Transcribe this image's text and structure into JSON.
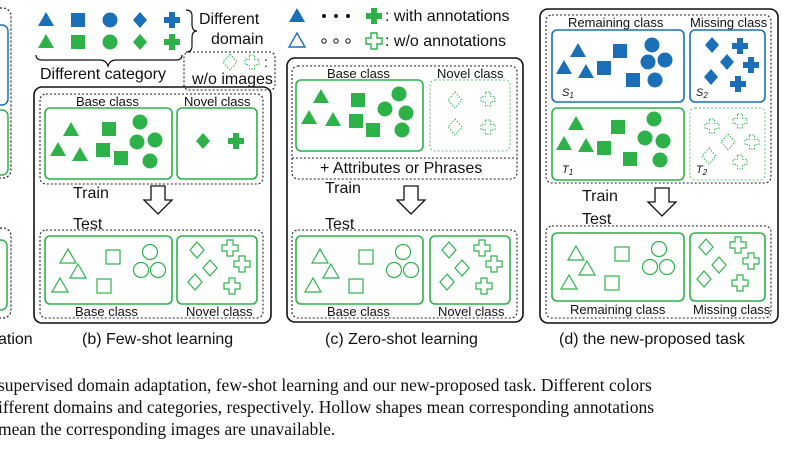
{
  "colors": {
    "blue": "#1a6fb8",
    "green": "#2db24a",
    "green_light": "#7fd08e"
  },
  "legend": {
    "different_category": "Different category",
    "different_domain": [
      "Different",
      "domain"
    ],
    "wo_images": "w/o images",
    "with_annotations": ": with annotations",
    "wo_annotations": ": w/o annotations"
  },
  "left_partial": {
    "caption_tail": "ation"
  },
  "panel_b": {
    "base_class": "Base class",
    "novel_class": "Novel class",
    "train": "Train",
    "test": "Test",
    "base_class_test": "Base class",
    "novel_class_test": "Novel class",
    "caption": "(b) Few-shot learning"
  },
  "panel_c": {
    "base_class": "Base class",
    "novel_class": "Novel class",
    "attributes": "+ Attributes or Phrases",
    "train": "Train",
    "test": "Test",
    "base_class_test": "Base class",
    "novel_class_test": "Novel class",
    "caption": "(c) Zero-shot learning"
  },
  "panel_d": {
    "remaining_class": "Remaining class",
    "missing_class": "Missing class",
    "s1": "S",
    "s1_sub": "1",
    "s2": "S",
    "s2_sub": "2",
    "t1": "T",
    "t1_sub": "1",
    "t2": "T",
    "t2_sub": "2",
    "train": "Train",
    "test": "Test",
    "remaining_class_test": "Remaining class",
    "missing_class_test": "Missing class",
    "caption": "(d) the new-proposed task"
  },
  "caption_lines": [
    "supervised domain adaptation, few-shot learning and our new-proposed task. Different colors",
    "ifferent domains and categories, respectively. Hollow shapes mean corresponding annotations",
    "mean the corresponding images are unavailable."
  ]
}
